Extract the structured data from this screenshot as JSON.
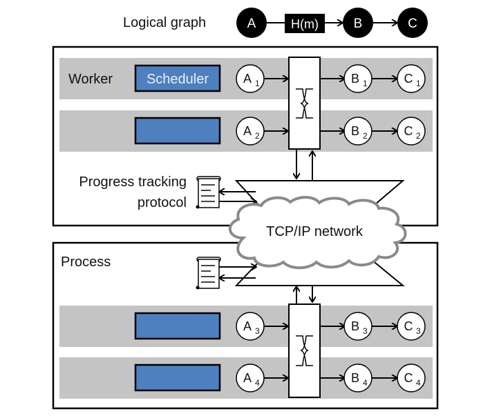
{
  "logical_graph": {
    "label": "Logical graph",
    "nodes": [
      "A",
      "H(m)",
      "B",
      "C"
    ]
  },
  "worker": {
    "label": "Worker",
    "scheduler_label": "Scheduler",
    "rows": [
      {
        "a": "A",
        "a_sub": "1",
        "b": "B",
        "b_sub": "1",
        "c": "C",
        "c_sub": "1"
      },
      {
        "a": "A",
        "a_sub": "2",
        "b": "B",
        "b_sub": "2",
        "c": "C",
        "c_sub": "2"
      }
    ]
  },
  "progress": {
    "line1": "Progress tracking",
    "line2": "protocol"
  },
  "network": {
    "label": "TCP/IP network"
  },
  "process": {
    "label": "Process",
    "rows": [
      {
        "a": "A",
        "a_sub": "3",
        "b": "B",
        "b_sub": "3",
        "c": "C",
        "c_sub": "3"
      },
      {
        "a": "A",
        "a_sub": "4",
        "b": "B",
        "b_sub": "4",
        "c": "C",
        "c_sub": "4"
      }
    ]
  },
  "colors": {
    "scheduler_fill": "#4e7fbe",
    "band_fill": "#c4c4c4",
    "cloud_stroke": "#8a8a8a"
  }
}
